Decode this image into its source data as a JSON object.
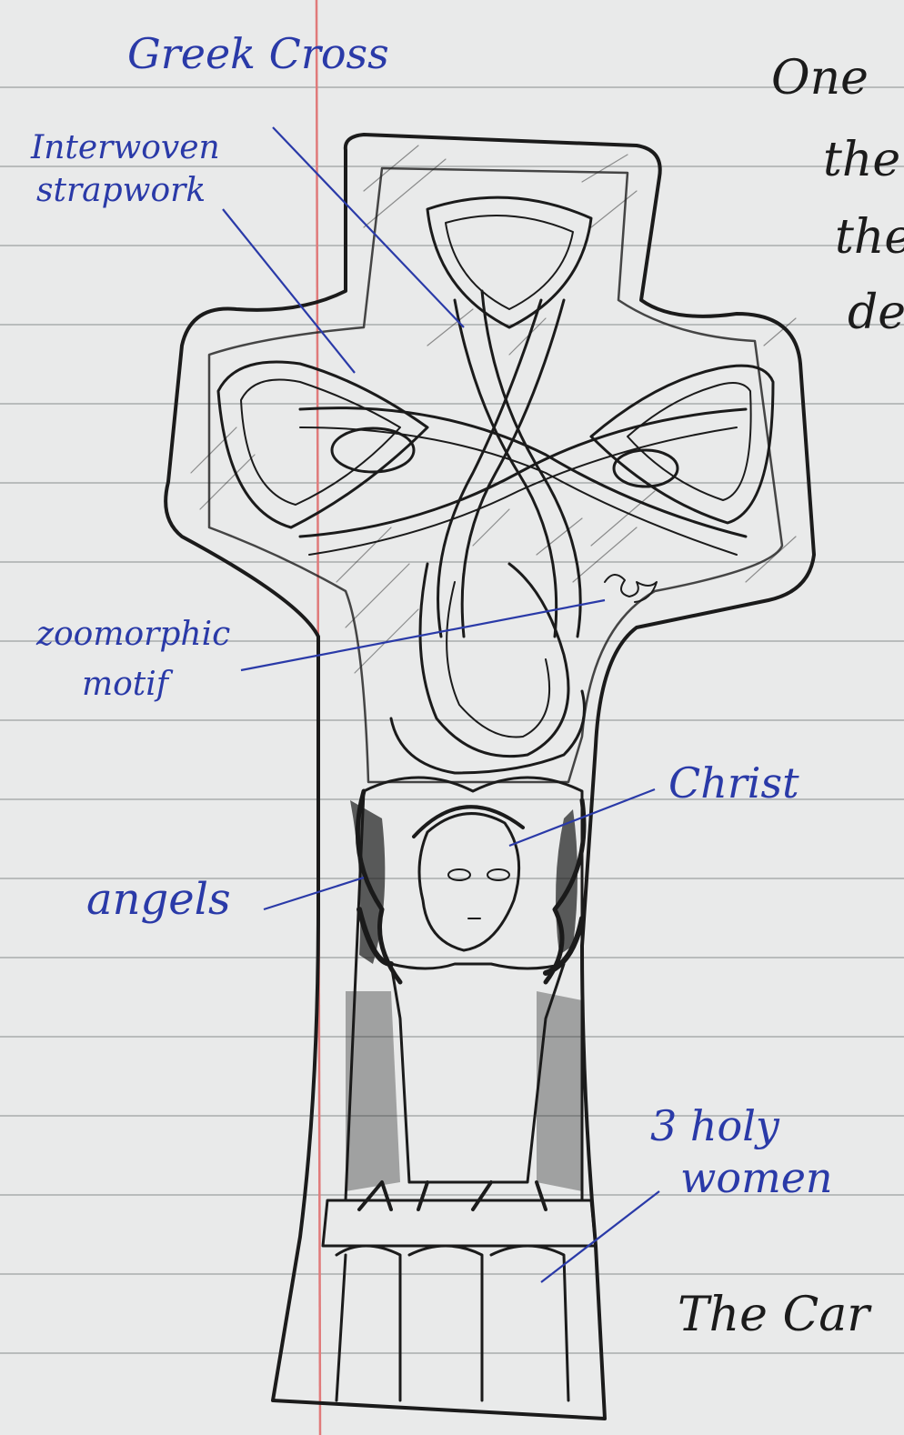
{
  "labels": {
    "greek_cross": "Greek Cross",
    "interwoven": "Interwoven",
    "strapwork": "strapwork",
    "zoomorphic": "zoomorphic",
    "motif": "motif",
    "christ": "Christ",
    "angels": "angels",
    "three_holy": "3 holy",
    "women": "women"
  },
  "margin_text": {
    "line1": "One",
    "line2": "the",
    "line3": "the",
    "line4": "de",
    "bottom": "The Car"
  },
  "colors": {
    "paper": "#e9eaea",
    "rule_line": "#9a9d9f",
    "margin_line": "#e07a7a",
    "pencil_ink": "#1b1b1b",
    "label_ink": "#2a3aa8"
  }
}
